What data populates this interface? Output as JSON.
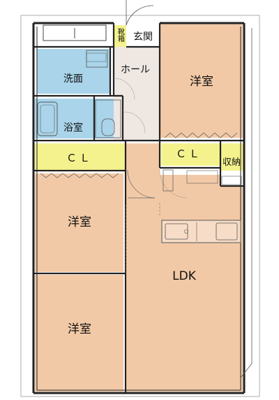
{
  "colors": {
    "room": "#f2c9a6",
    "wet": "#a9d4ea",
    "closet": "#f4f28c",
    "hall": "#eee7e2",
    "entry": "#ffffff",
    "wall": "#222222",
    "furniture": "#555555"
  },
  "rooms": {
    "western_room_top_right": "洋室",
    "washroom": "洗面",
    "hall": "ホール",
    "entrance": "玄関",
    "shoe_box": "靴箱",
    "bath": "浴室",
    "closet_left": "ＣＬ",
    "closet_right": "ＣＬ",
    "storage": "収納",
    "western_room_middle": "洋室",
    "western_room_bottom": "洋室",
    "ldk": "LDK"
  }
}
